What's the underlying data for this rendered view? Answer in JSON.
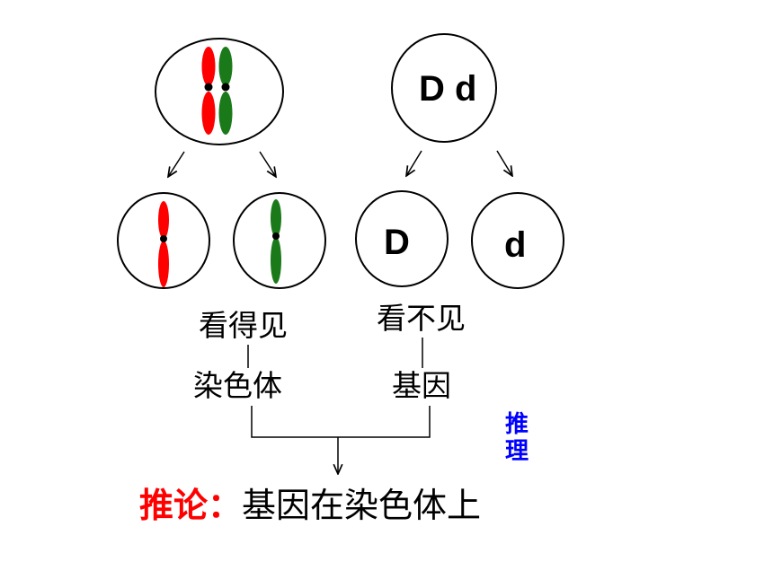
{
  "colors": {
    "chromosome_red": "#ff0000",
    "chromosome_green": "#1a7a1a",
    "reasoning_blue": "#0000ff",
    "conclusion_red": "#ff0000"
  },
  "parent_gene_label": "D d",
  "daughter_gene_left": "D",
  "daughter_gene_right": "d",
  "visible_label": "看得见",
  "invisible_label": "看不见",
  "chromosome_label": "染色体",
  "gene_label": "基因",
  "reasoning_chars": [
    "推",
    "理"
  ],
  "conclusion_prefix": "推论：",
  "conclusion_text": "基因在染色体上"
}
